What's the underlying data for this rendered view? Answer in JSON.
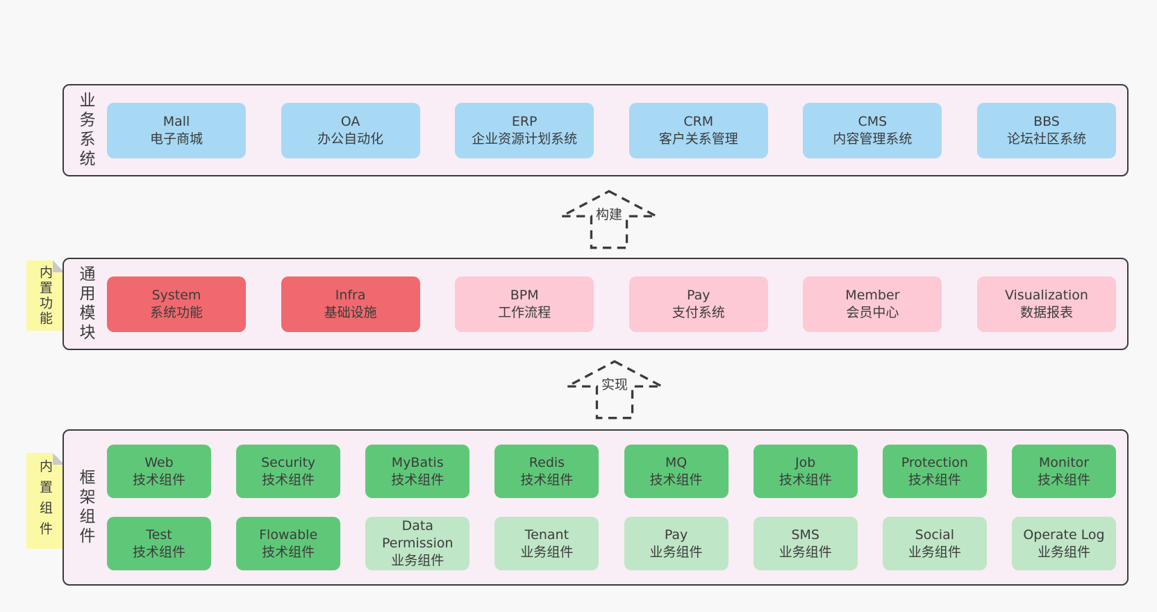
{
  "colors": {
    "page_bg": "#f8f8f8",
    "panel_bg": "#f9edf6",
    "panel_border": "#3b3b3b",
    "blue_box": "#a7d9f5",
    "red_box": "#f0696e",
    "pink_box": "#fcc9d4",
    "green_dark_box": "#5fc878",
    "green_light_box": "#bfe6c6",
    "note_bg": "#fbf9a4",
    "note_fold": "#c9c9c9",
    "text": "#3b3b3b"
  },
  "business": {
    "label": "业务系统",
    "items": [
      {
        "name": "Mall",
        "desc": "电子商城"
      },
      {
        "name": "OA",
        "desc": "办公自动化"
      },
      {
        "name": "ERP",
        "desc": "企业资源计划系统"
      },
      {
        "name": "CRM",
        "desc": "客户关系管理"
      },
      {
        "name": "CMS",
        "desc": "内容管理系统"
      },
      {
        "name": "BBS",
        "desc": "论坛社区系统"
      }
    ]
  },
  "arrows": {
    "build": "构建",
    "implement": "实现"
  },
  "modules": {
    "label": "通用模块",
    "note": "内置功能",
    "items": [
      {
        "name": "System",
        "desc": "系统功能",
        "variant": "red"
      },
      {
        "name": "Infra",
        "desc": "基础设施",
        "variant": "red"
      },
      {
        "name": "BPM",
        "desc": "工作流程",
        "variant": "pink"
      },
      {
        "name": "Pay",
        "desc": "支付系统",
        "variant": "pink"
      },
      {
        "name": "Member",
        "desc": "会员中心",
        "variant": "pink"
      },
      {
        "name": "Visualization",
        "desc": "数据报表",
        "variant": "pink"
      }
    ]
  },
  "framework": {
    "label": "框架组件",
    "note": "内置组件",
    "row1": [
      {
        "name": "Web",
        "desc": "技术组件",
        "variant": "green-dark"
      },
      {
        "name": "Security",
        "desc": "技术组件",
        "variant": "green-dark"
      },
      {
        "name": "MyBatis",
        "desc": "技术组件",
        "variant": "green-dark"
      },
      {
        "name": "Redis",
        "desc": "技术组件",
        "variant": "green-dark"
      },
      {
        "name": "MQ",
        "desc": "技术组件",
        "variant": "green-dark"
      },
      {
        "name": "Job",
        "desc": "技术组件",
        "variant": "green-dark"
      },
      {
        "name": "Protection",
        "desc": "技术组件",
        "variant": "green-dark"
      },
      {
        "name": "Monitor",
        "desc": "技术组件",
        "variant": "green-dark"
      }
    ],
    "row2": [
      {
        "name": "Test",
        "desc": "技术组件",
        "variant": "green-dark"
      },
      {
        "name": "Flowable",
        "desc": "技术组件",
        "variant": "green-dark"
      },
      {
        "name": "Data Permission",
        "desc": "业务组件",
        "variant": "green-light"
      },
      {
        "name": "Tenant",
        "desc": "业务组件",
        "variant": "green-light"
      },
      {
        "name": "Pay",
        "desc": "业务组件",
        "variant": "green-light"
      },
      {
        "name": "SMS",
        "desc": "业务组件",
        "variant": "green-light"
      },
      {
        "name": "Social",
        "desc": "业务组件",
        "variant": "green-light"
      },
      {
        "name": "Operate Log",
        "desc": "业务组件",
        "variant": "green-light"
      }
    ]
  }
}
